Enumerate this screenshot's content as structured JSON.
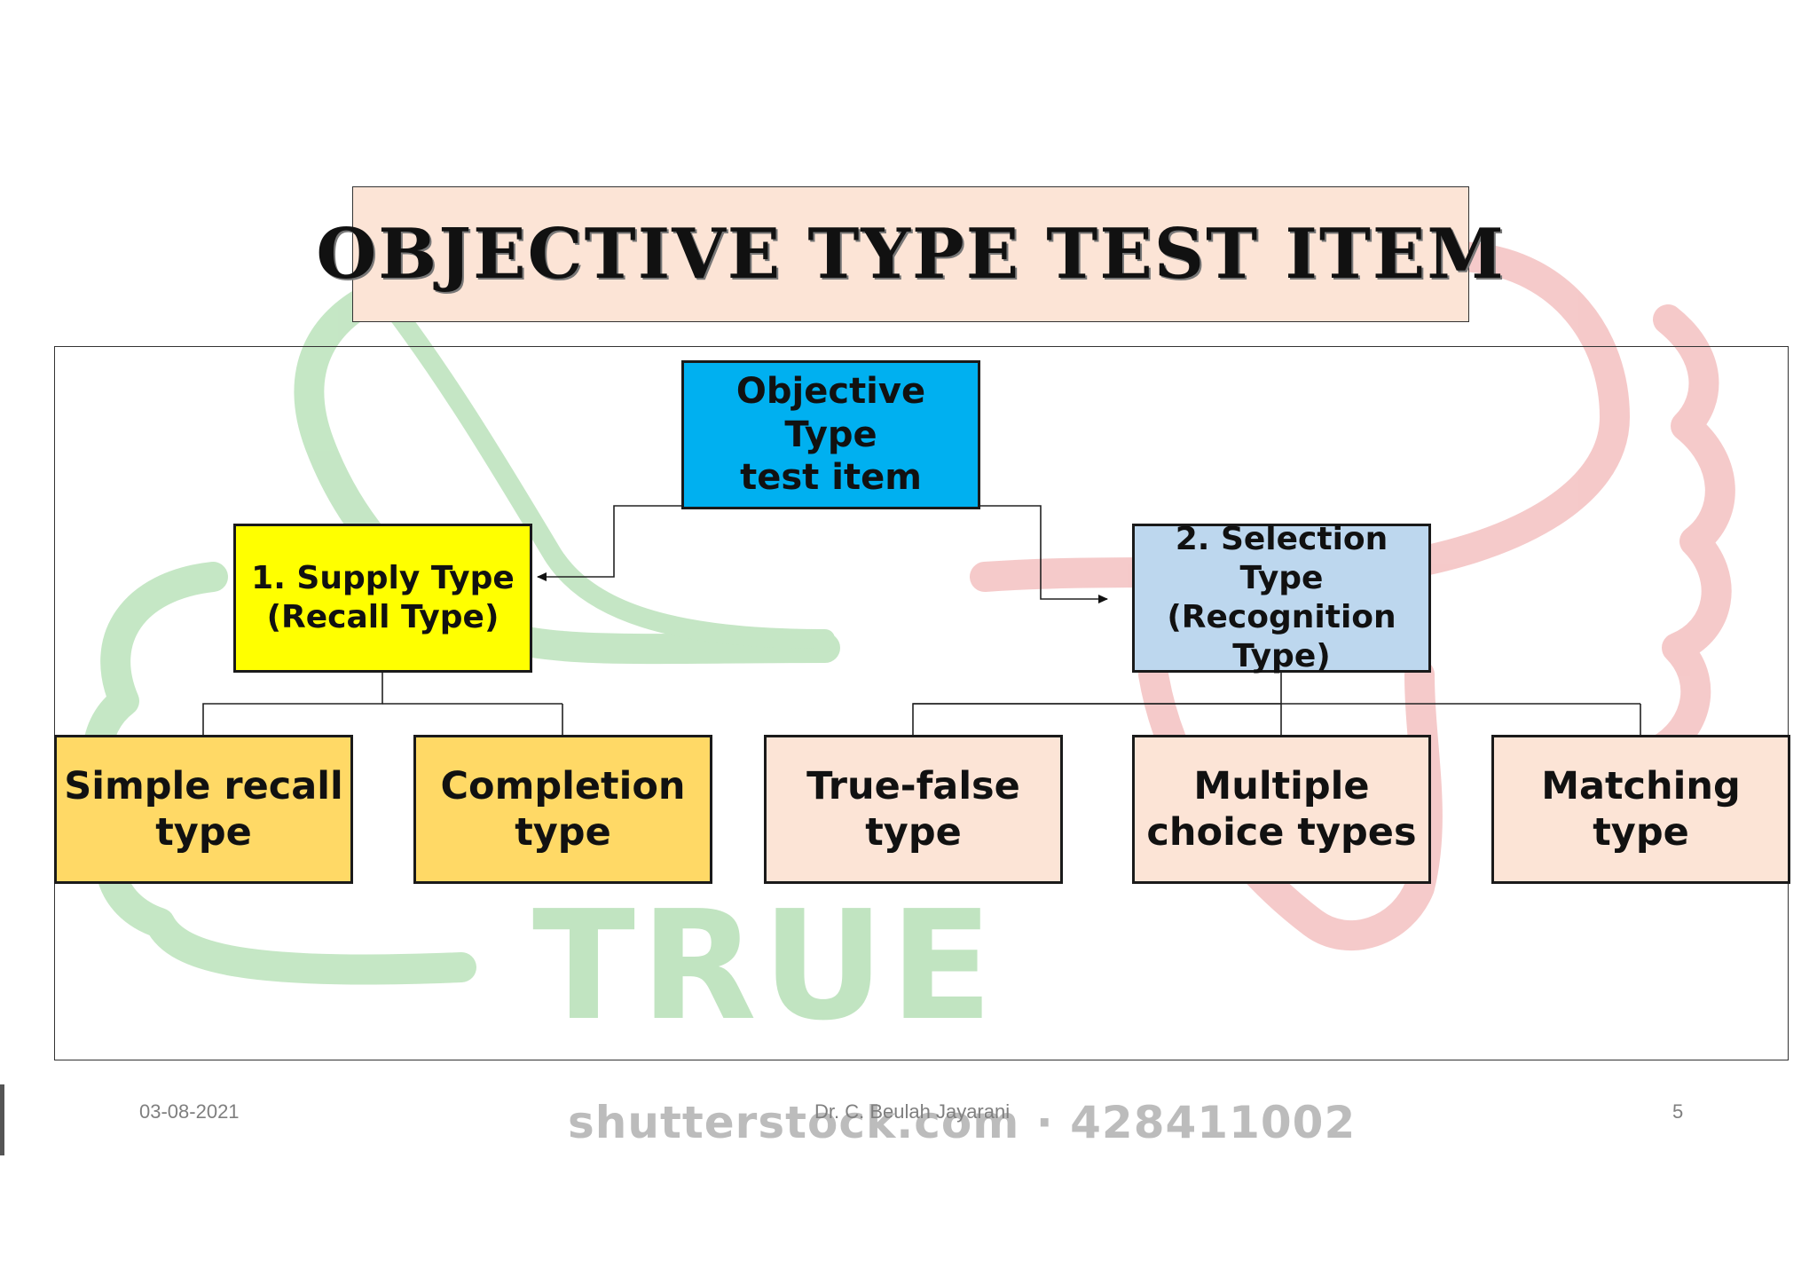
{
  "title": "OBJECTIVE TYPE TEST ITEM",
  "root": {
    "label": "Objective Type\ntest item"
  },
  "branches": [
    {
      "label": "1. Supply Type\n(Recall Type)",
      "children": [
        "Simple recall\ntype",
        "Completion\ntype"
      ]
    },
    {
      "label": "2. Selection Type\n(Recognition\nType)",
      "children": [
        "True-false type",
        "Multiple\nchoice types",
        "Matching type"
      ]
    }
  ],
  "footer": {
    "date": "03-08-2021",
    "author": "Dr. C. Beulah Jayarani",
    "page": "5"
  },
  "watermark": {
    "word": "TRUE",
    "stock": "shutterstock.com · 428411002"
  },
  "colors": {
    "root": "#00b0f0",
    "supply": "#ffff00",
    "selection": "#bdd7ee",
    "supply_children": "#ffd966",
    "selection_children": "#fce4d6",
    "title_bg": "#fce4d6"
  }
}
